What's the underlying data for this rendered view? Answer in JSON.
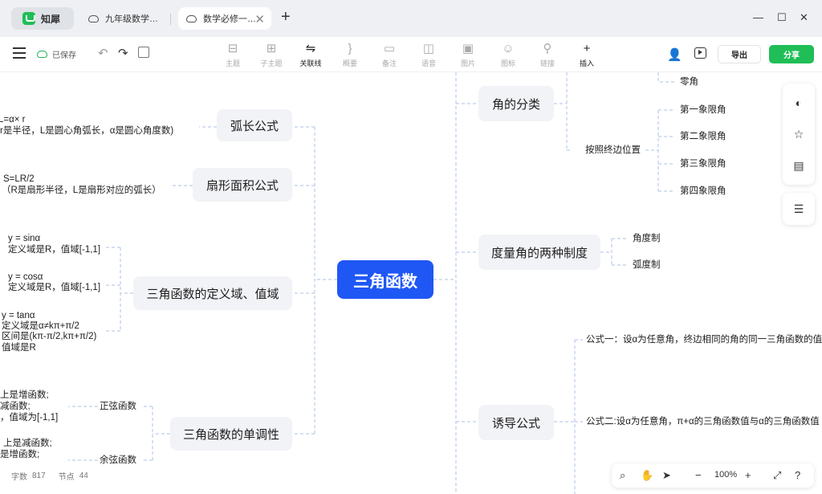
{
  "tabs": {
    "app": "知犀",
    "doc1": "九年级数学…",
    "doc2": "数学必修一…"
  },
  "toolbar": {
    "saved": "已保存",
    "tools": [
      {
        "label": "主题",
        "icon": "topic-icon"
      },
      {
        "label": "子主题",
        "icon": "subtopic-icon"
      },
      {
        "label": "关联线",
        "icon": "relation-line-icon"
      },
      {
        "label": "概要",
        "icon": "summary-icon"
      },
      {
        "label": "备注",
        "icon": "note-icon"
      },
      {
        "label": "语音",
        "icon": "voice-icon"
      },
      {
        "label": "图片",
        "icon": "image-icon"
      },
      {
        "label": "图标",
        "icon": "emoji-icon"
      },
      {
        "label": "链接",
        "icon": "link-icon"
      },
      {
        "label": "插入",
        "icon": "insert-icon"
      }
    ],
    "export": "导出",
    "share": "分享"
  },
  "mindmap": {
    "root": "三角函数",
    "left": {
      "arc": "弧长公式",
      "sector": "扇形面积公式",
      "domain": "三角函数的定义域、值域",
      "mono": "三角函数的单调性"
    },
    "right": {
      "angle": "角的分类",
      "measure": "度量角的两种制度",
      "induction": "诱导公式"
    },
    "leaves": {
      "arc_1": "L=α× r",
      "arc_2": "r是半径，L是圆心角弧长，α是圆心角度数)",
      "sector_1": "S=LR/2",
      "sector_2": "（R是扇形半径，L是扇形对应的弧长）",
      "sin_1": "y = sinα",
      "sin_2": "定义域是R，值域[-1,1]",
      "cos_1": "y = cosα",
      "cos_2": "定义域是R，值域[-1,1]",
      "tan_1": "y = tanα",
      "tan_2": "定义域是α≠kπ+π/2",
      "tan_3": "区间是(kπ-π/2,kπ+π/2)",
      "tan_4": "值域是R",
      "mono_sin_title": "正弦函数",
      "mono_sin_1": "上是增函数;",
      "mono_sin_2": "减函数;",
      "mono_sin_3": "，值域为[-1,1]",
      "mono_cos_title": "余弦函数",
      "mono_cos_1": "上是减函数;",
      "mono_cos_2": "是增函数;",
      "zero_angle": "零角",
      "by_terminal": "按照终边位置",
      "q1": "第一象限角",
      "q2": "第二象限角",
      "q3": "第三象限角",
      "q4": "第四象限角",
      "degree": "角度制",
      "radian": "弧度制",
      "formula1": "公式一：设α为任意角，终边相同的角的同一三角函数的值",
      "formula2": "公式二:设α为任意角，π+α的三角函数值与α的三角函数值"
    }
  },
  "status": {
    "words_label": "字数",
    "words": "817",
    "nodes_label": "节点",
    "nodes": "44"
  },
  "zoom": {
    "level": "100%"
  },
  "colors": {
    "accent": "#1f57f5",
    "brand": "#1fbe56",
    "node_bg": "#f2f3f7",
    "link": "#c9d6ee"
  }
}
